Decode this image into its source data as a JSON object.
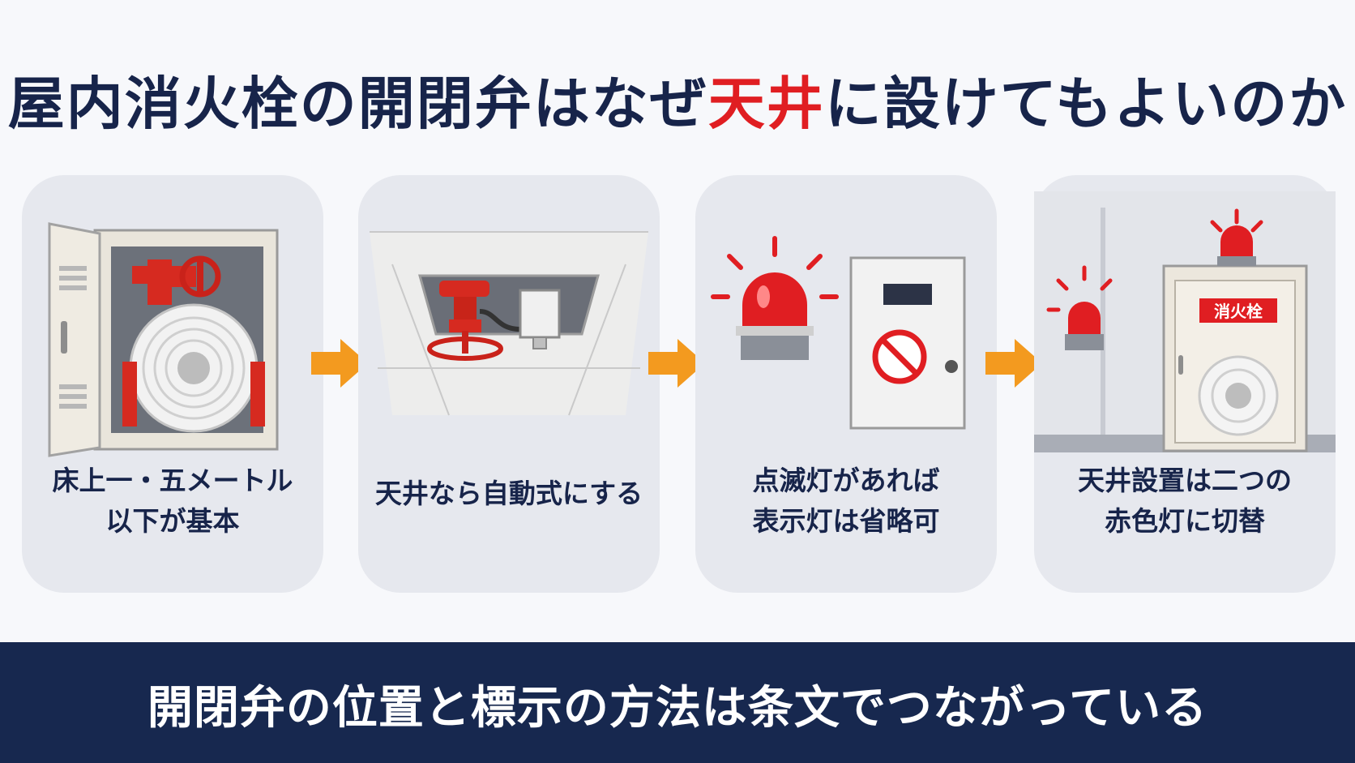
{
  "title": {
    "before": "屋内消火栓の開閉弁はなぜ",
    "highlight": "天井",
    "after": "に設けてもよいのか"
  },
  "steps": [
    {
      "line1": "床上一・五メートル",
      "line2": "以下が基本"
    },
    {
      "line1": "天井なら自動式にする",
      "line2": ""
    },
    {
      "line1": "点滅灯があれば",
      "line2": "表示灯は省略可"
    },
    {
      "line1": "天井設置は二つの",
      "line2": "赤色灯に切替"
    }
  ],
  "sign_text": "消火栓",
  "footer": "開閉弁の位置と標示の方法は条文でつながっている",
  "colors": {
    "navy": "#17244a",
    "red": "#e01e22",
    "orange": "#f39a1f",
    "card": "#e6e8ee"
  }
}
